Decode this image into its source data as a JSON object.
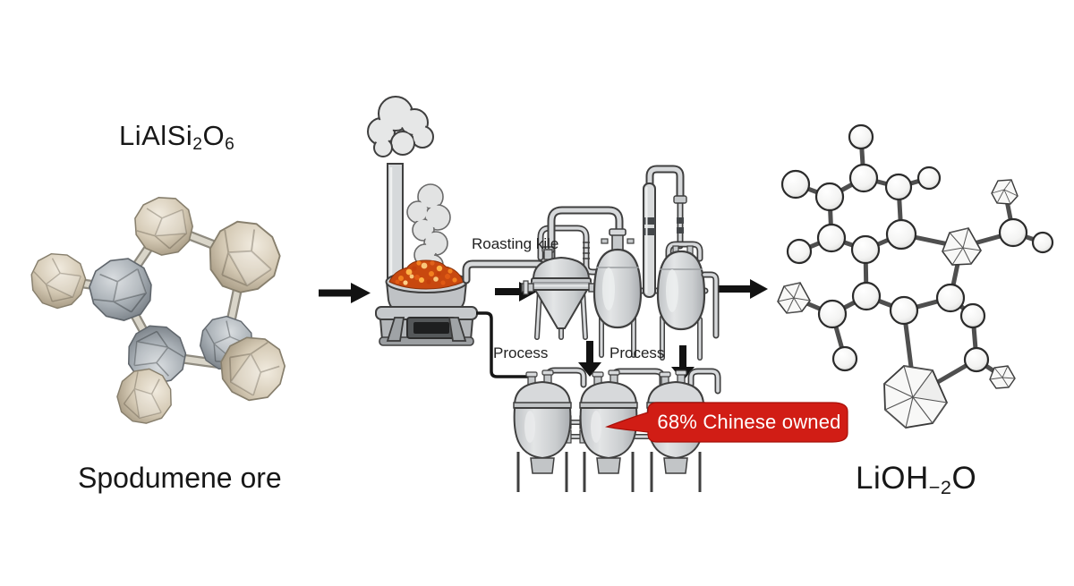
{
  "diagram": {
    "ore": {
      "formula_base": "LiAlSi",
      "formula_sub_1": "2",
      "formula_mid": "O",
      "formula_sub_2": "6",
      "name": "Spodumene ore"
    },
    "plant": {
      "kiln_label": "Roasting kile",
      "process_label_1": "Process",
      "process_label_2": "Process"
    },
    "callout": {
      "text": "68% Chinese owned",
      "color": "#d11d15"
    },
    "product": {
      "formula_base": "LiOH",
      "formula_sub": "−2",
      "formula_suffix": "O"
    }
  },
  "colors": {
    "callout_red": "#d11d15",
    "ember_orange": "#e2601c",
    "metal_light": "#d7d9db",
    "metal_outline": "#3f3f3f",
    "ore_tan": "#d4c9b4",
    "ore_gray": "#a7aeb4",
    "arrow_black": "#121212",
    "text_dark": "#1b1b1b"
  }
}
